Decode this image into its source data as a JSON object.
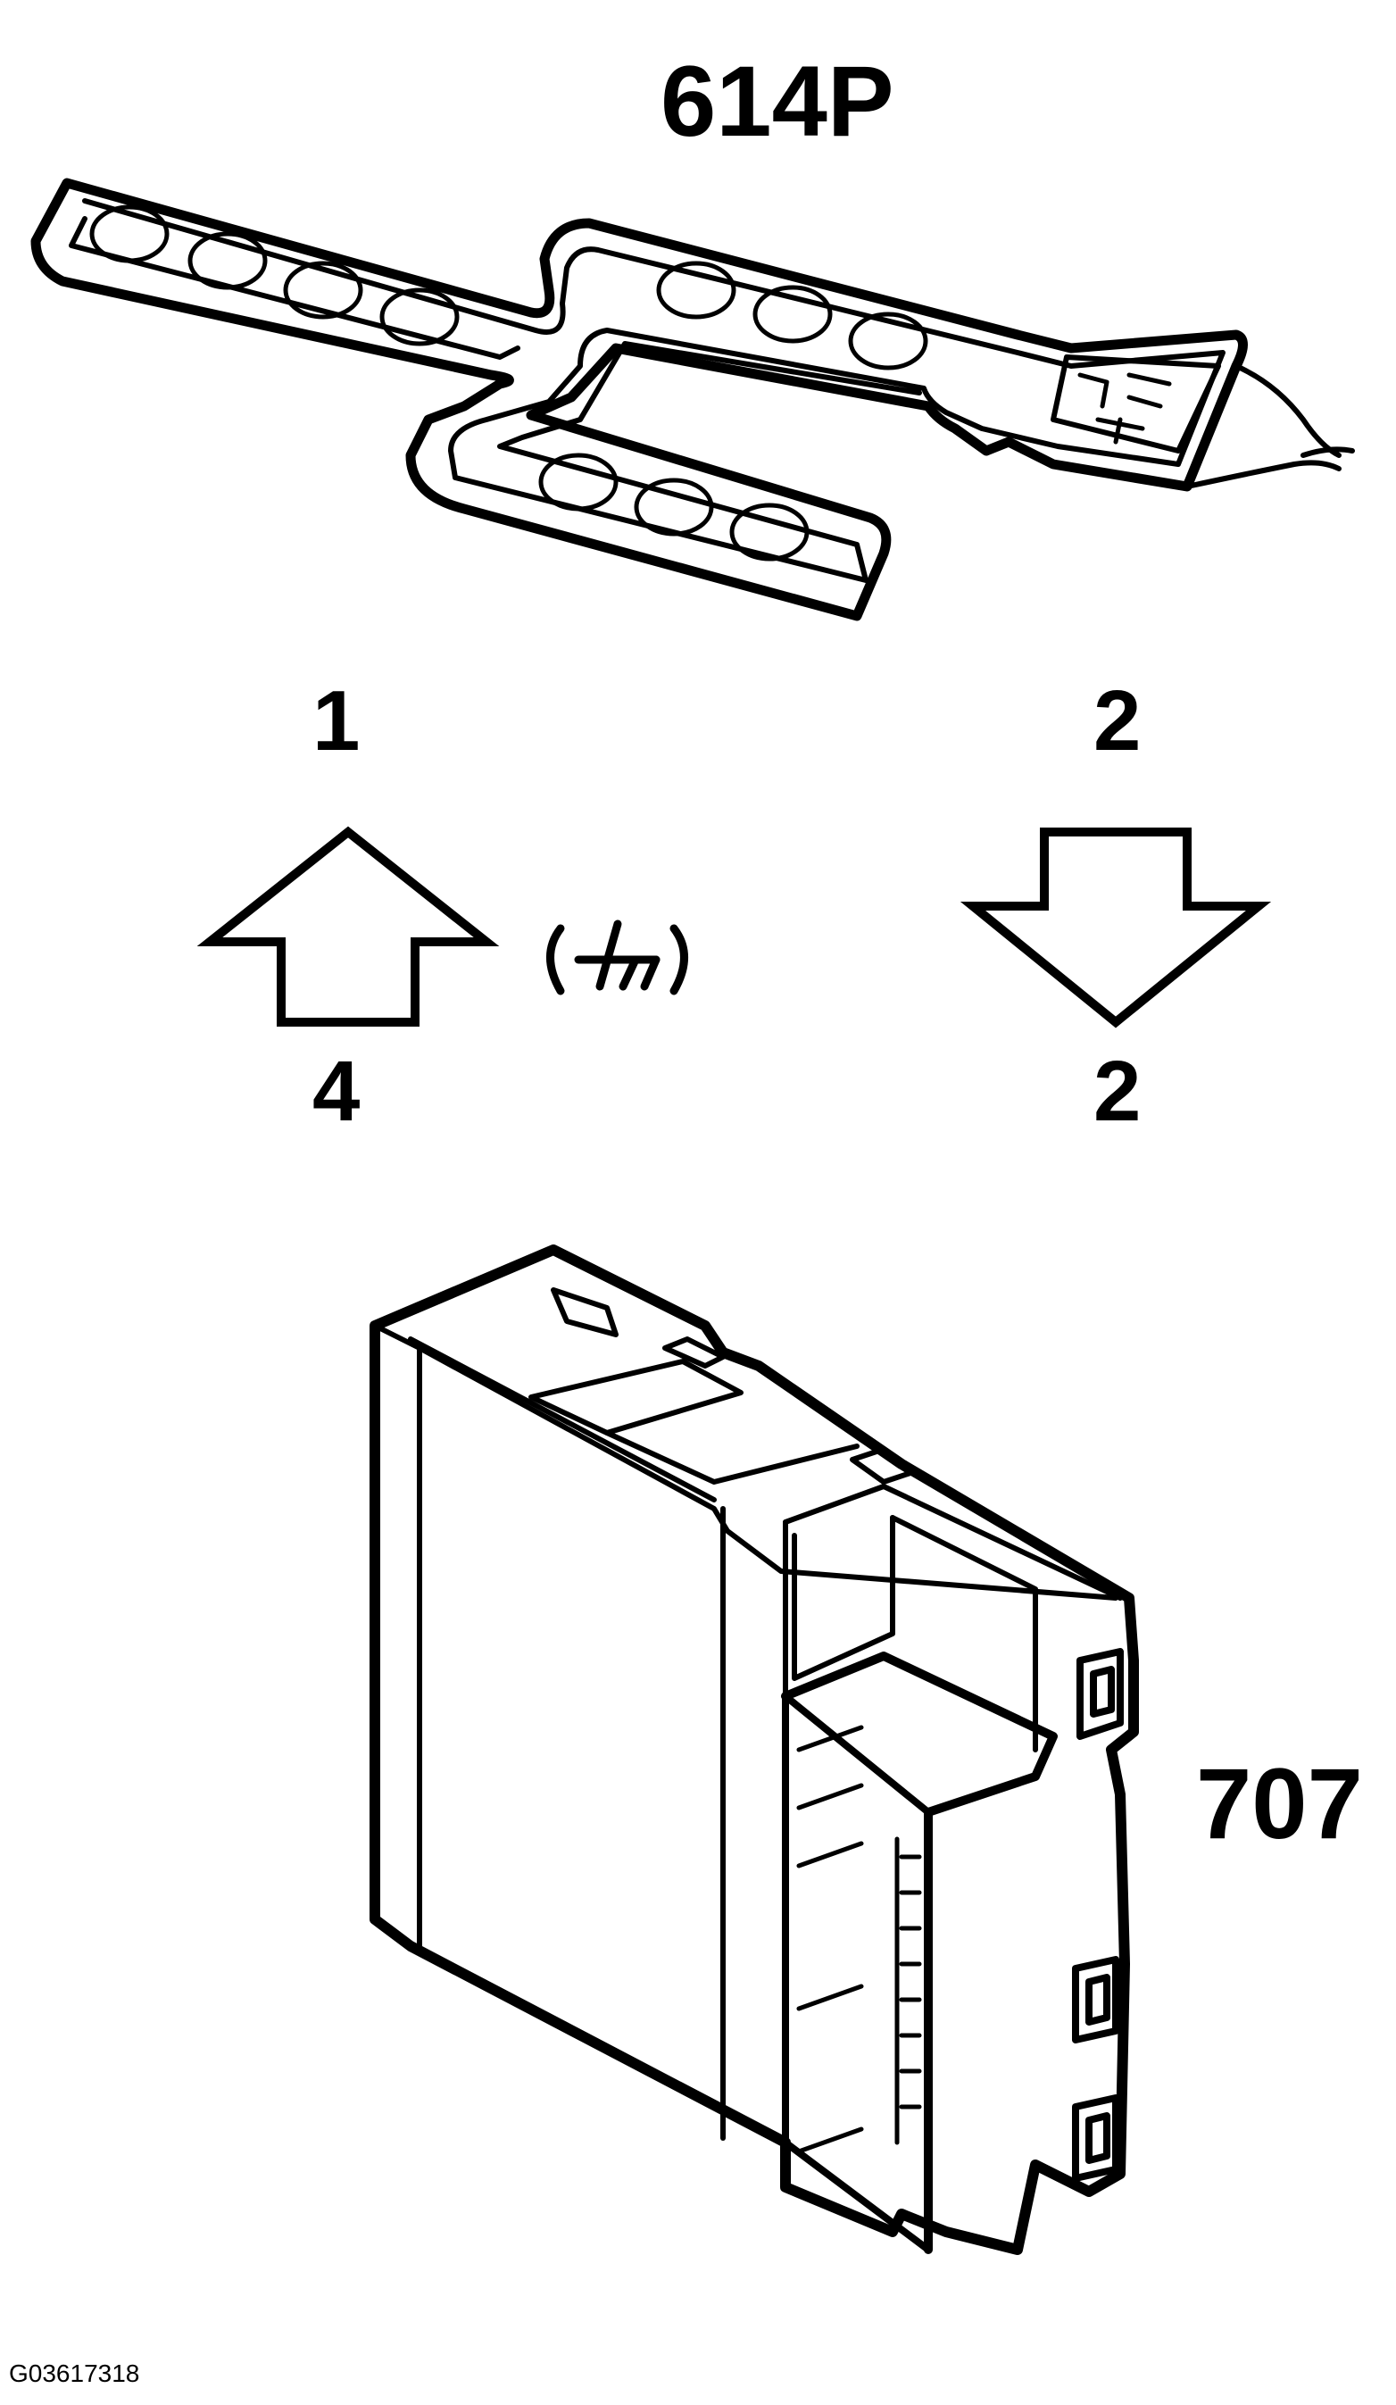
{
  "labels": {
    "top_component": "614P",
    "bottom_component": "707",
    "pin_1": "1",
    "pin_2_top": "2",
    "pin_4": "4",
    "pin_2_bottom": "2",
    "ground_symbol": "(⏚)",
    "reference": "G03617318"
  },
  "icons": {
    "top_component": "seat-occupancy-sensor-mat-icon",
    "arrow_up": "arrow-up-icon",
    "arrow_down": "arrow-down-icon",
    "ground": "ground-icon",
    "bottom_component": "control-module-icon"
  },
  "colors": {
    "ink": "#000000",
    "background": "#ffffff"
  }
}
